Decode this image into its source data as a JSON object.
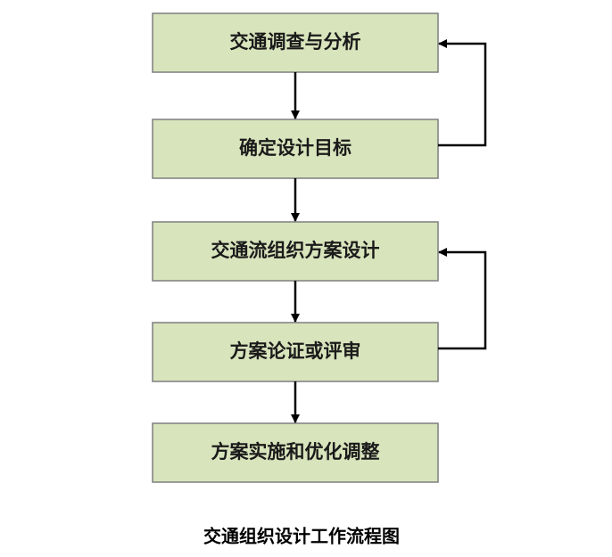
{
  "steps": [
    {
      "label": "交通调查与分析"
    },
    {
      "label": "确定设计目标"
    },
    {
      "label": "交通流组织方案设计"
    },
    {
      "label": "方案论证或评审"
    },
    {
      "label": "方案实施和优化调整"
    }
  ],
  "caption": "交通组织设计工作流程图",
  "colors": {
    "box_fill": "#d8e4bc",
    "box_border": "#7f7f7f",
    "arrow": "#000000"
  }
}
